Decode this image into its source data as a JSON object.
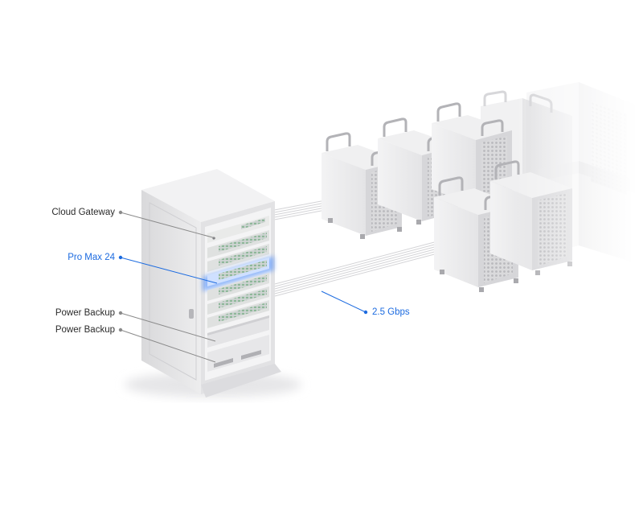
{
  "callouts": {
    "cloud_gateway": "Cloud Gateway",
    "pro_max_24": "Pro Max 24",
    "power_backup_1": "Power Backup",
    "power_backup_2": "Power Backup",
    "link_speed": "2.5 Gbps"
  },
  "colors": {
    "accent": "#1c6be0",
    "label_text": "#2b2b2b",
    "leader_line": "#8a8a8a",
    "rack_body": "#e9e9ea",
    "server_body": "#e4e4e6"
  },
  "icons": {
    "rack": "server-rack-icon",
    "server": "tower-server-icon",
    "switch": "network-switch-icon"
  }
}
